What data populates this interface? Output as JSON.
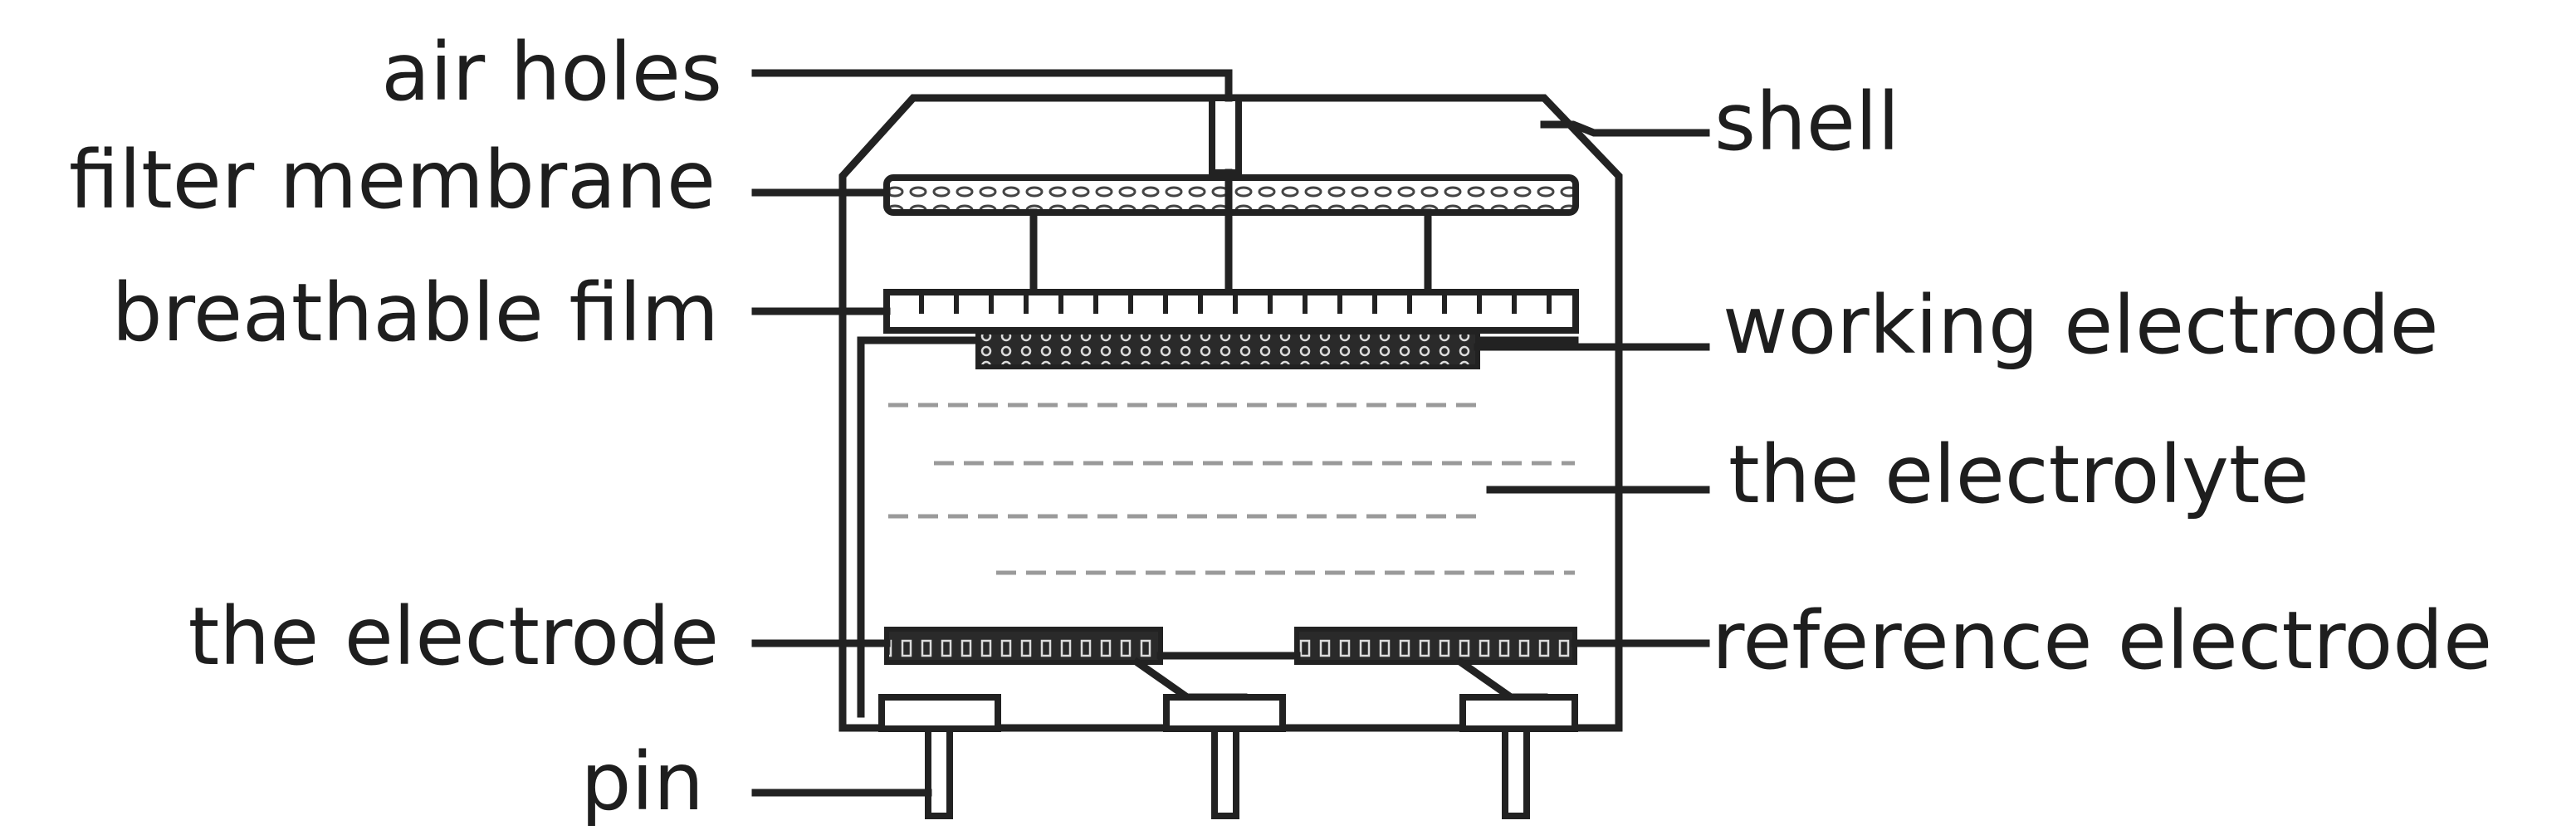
{
  "labels": {
    "air_holes": "air holes",
    "filter_membrane": "filter membrane",
    "breathable_film": "breathable film",
    "the_electrode": "the electrode",
    "pin": "pin",
    "shell": "shell",
    "working_electrode": "working electrode",
    "the_electrolyte": "the electrolyte",
    "reference_electrode": "reference electrode"
  }
}
